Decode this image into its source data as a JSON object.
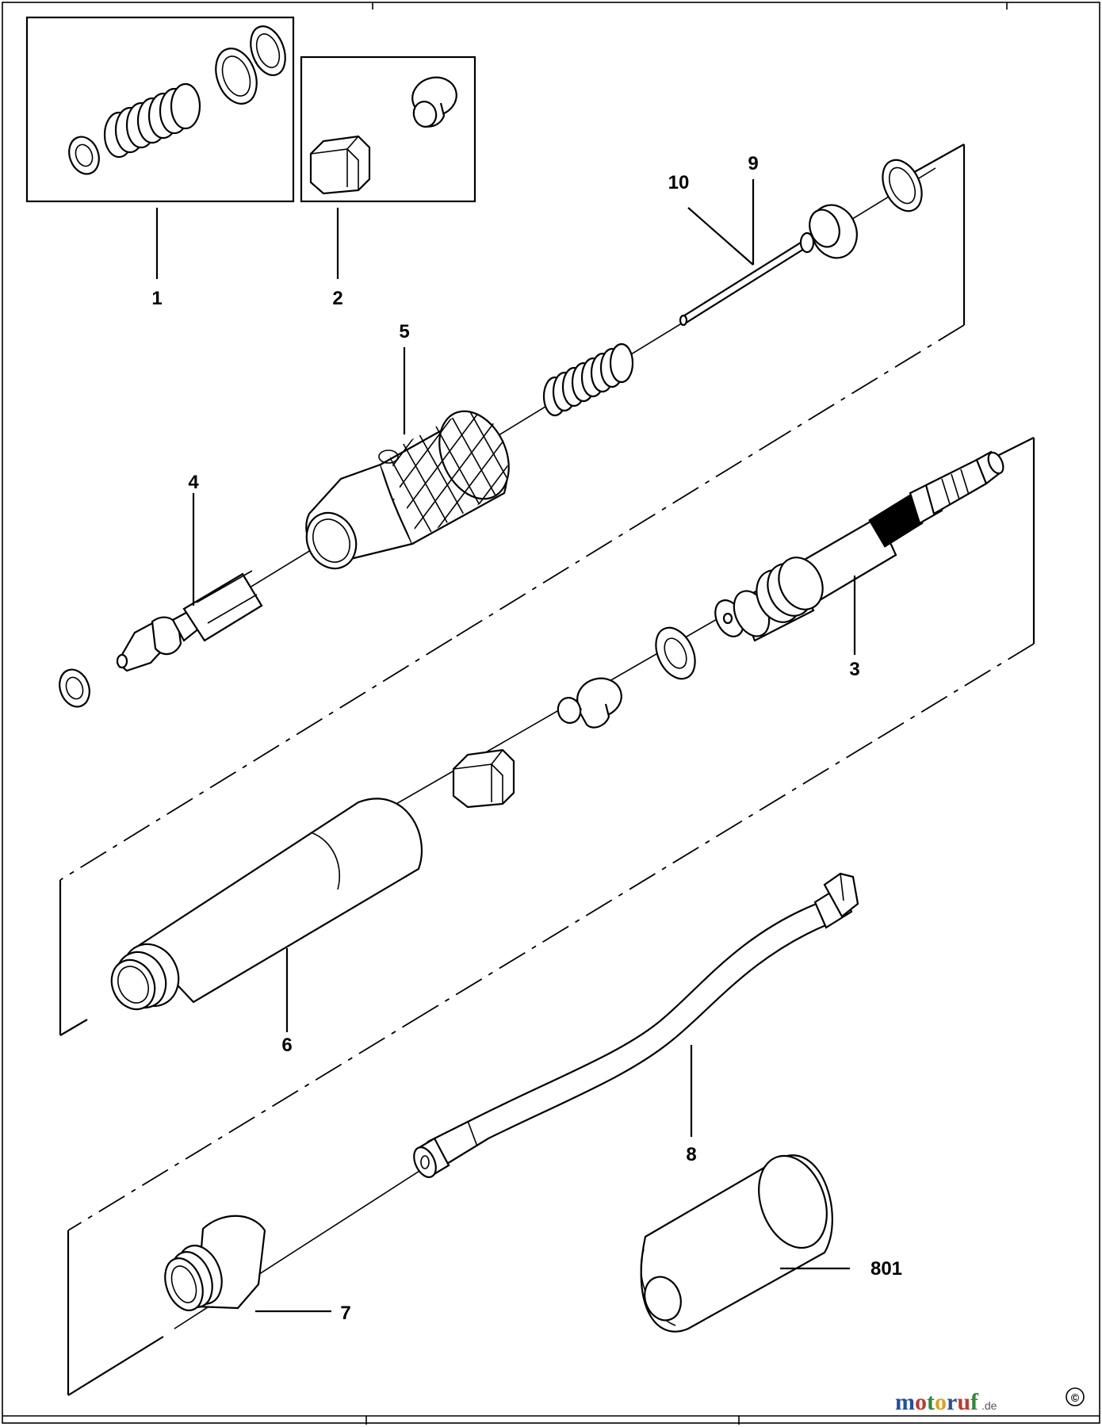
{
  "diagram": {
    "callouts": [
      {
        "id": "c1",
        "text": "1"
      },
      {
        "id": "c2",
        "text": "2"
      },
      {
        "id": "c3",
        "text": "3"
      },
      {
        "id": "c4",
        "text": "4"
      },
      {
        "id": "c5",
        "text": "5"
      },
      {
        "id": "c6",
        "text": "6"
      },
      {
        "id": "c7",
        "text": "7"
      },
      {
        "id": "c8",
        "text": "8"
      },
      {
        "id": "c9",
        "text": "9"
      },
      {
        "id": "c10",
        "text": "10"
      },
      {
        "id": "c801",
        "text": "801"
      }
    ]
  },
  "watermark": {
    "text_main": "motoruf",
    "text_suffix": ".de",
    "colors": [
      "#1f4fa8",
      "#c23a2a",
      "#2c8a3a",
      "#e0a21a"
    ]
  }
}
